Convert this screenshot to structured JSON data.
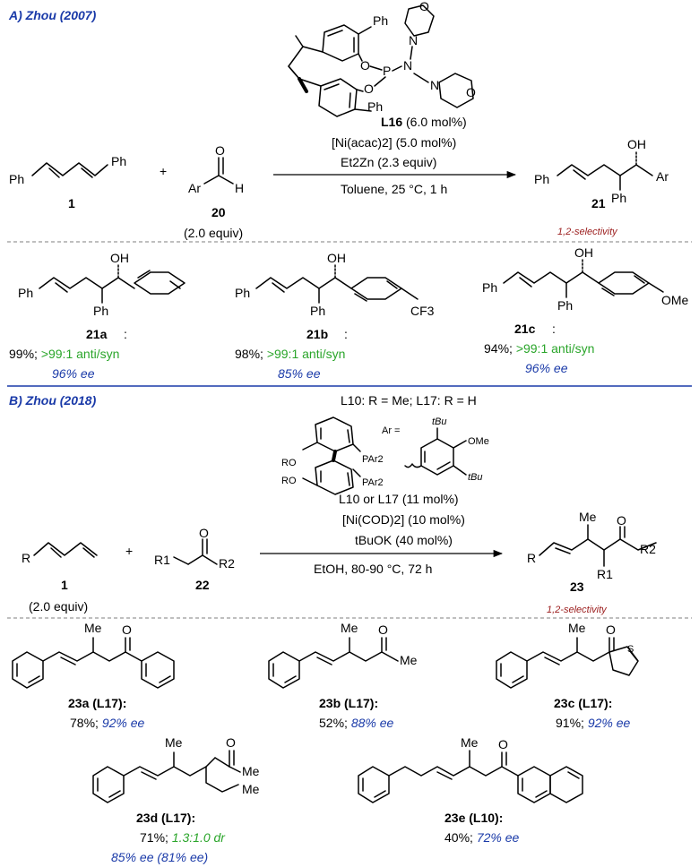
{
  "sectionA": {
    "heading": "A) Zhou (2007)",
    "reactant1_label": "1",
    "reactant2_label": "20",
    "reactant2_equiv": "(2.0 equiv)",
    "product_label": "21",
    "selectivity": "1,2-selectivity",
    "atoms": {
      "Ph": "Ph",
      "Ar": "Ar",
      "H": "H",
      "O": "O",
      "OH": "OH",
      "P": "P",
      "N": "N"
    },
    "ligand_label": "L16",
    "conditions": {
      "ligand_loading": " (6.0 mol%)",
      "catalyst": "[Ni(acac)2] (5.0 mol%)",
      "reductant": "Et2Zn (2.3 equiv)",
      "solvent": "Toluene, 25 °C, 1 h"
    },
    "products": [
      {
        "label": "21a",
        "yield": "99%;",
        "dr": ">99:1 anti/syn",
        "ee": "96% ee"
      },
      {
        "label": "21b",
        "yield": "98%;",
        "dr": ">99:1 anti/syn",
        "ee": "85% ee",
        "substituent": "CF3"
      },
      {
        "label": "21c",
        "yield": "94%;",
        "dr": ">99:1 anti/syn",
        "ee": "96% ee",
        "substituent": "OMe"
      }
    ]
  },
  "sectionB": {
    "heading": "B) Zhou (2018)",
    "ligand_def": "L10: R = Me; L17: R = H",
    "ar_def": "Ar =",
    "ar_subs": {
      "tBu": "tBu",
      "OMe": "OMe"
    },
    "ligand_groups": {
      "RO": "RO",
      "PAr2": "PAr2"
    },
    "reactant1_label": "1",
    "reactant1_equiv": "(2.0 equiv)",
    "reactant2_label": "22",
    "product_label": "23",
    "selectivity": "1,2-selectivity",
    "atoms": {
      "R": "R",
      "R1": "R1",
      "R2": "R2",
      "O": "O",
      "Me": "Me"
    },
    "conditions": {
      "ligand": "L10 or L17 (11 mol%)",
      "catalyst": "[Ni(COD)2] (10 mol%)",
      "base": "tBuOK (40 mol%)",
      "solvent": "EtOH, 80-90 °C, 72 h"
    },
    "products": [
      {
        "label": "23a (L17):",
        "yield": "78%;",
        "ee": "92% ee"
      },
      {
        "label": "23b (L17):",
        "yield": "52%;",
        "ee": "88% ee"
      },
      {
        "label": "23c (L17):",
        "yield": "91%;",
        "ee": "92% ee"
      },
      {
        "label": "23d (L17):",
        "yield": "71%;",
        "dr": "1.3:1.0 dr",
        "ee": "85% ee (81% ee)"
      },
      {
        "label": "23e (L10):",
        "yield": "40%;",
        "ee": "72% ee"
      }
    ]
  },
  "colors": {
    "heading": "#1a3aa8",
    "selectivity": "#9b1c1c",
    "dr": "#2aa52a",
    "ee": "#1a3aa8",
    "divider": "#999999",
    "section_rule": "#1a3aa8"
  }
}
